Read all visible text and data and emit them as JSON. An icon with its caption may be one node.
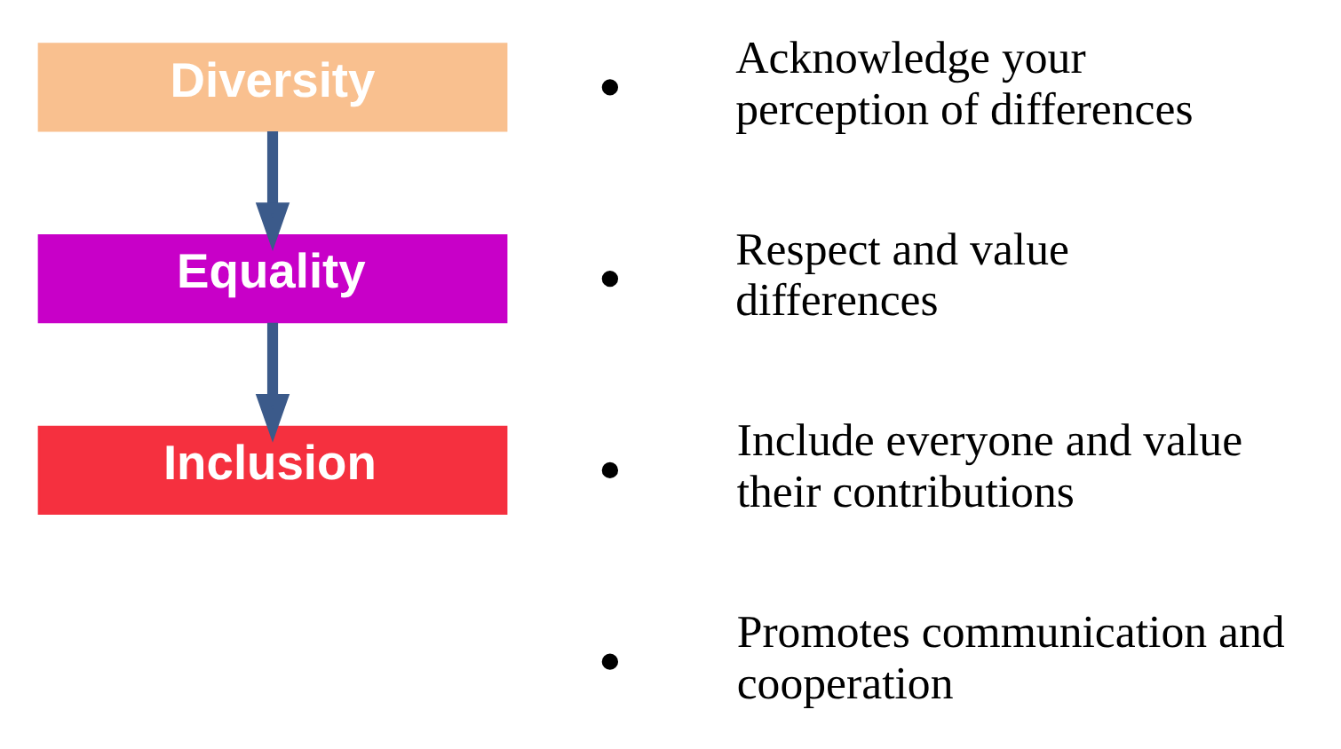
{
  "diagram": {
    "nodes": [
      {
        "text": [
          "Diversity"
        ]
      },
      {
        "text": [
          "Equality"
        ]
      },
      {
        "text": [
          "Inclusion"
        ]
      }
    ],
    "edges": [
      {
        "from": 0,
        "to": 1,
        "arrow": "to"
      },
      {
        "from": 1,
        "to": 2,
        "arrow": "to"
      }
    ],
    "labels": [
      "Acknowledge your perception of differences",
      "Respect and value differences",
      "Include everyone and value their contributions",
      "Promotes communication and cooperation"
    ]
  }
}
